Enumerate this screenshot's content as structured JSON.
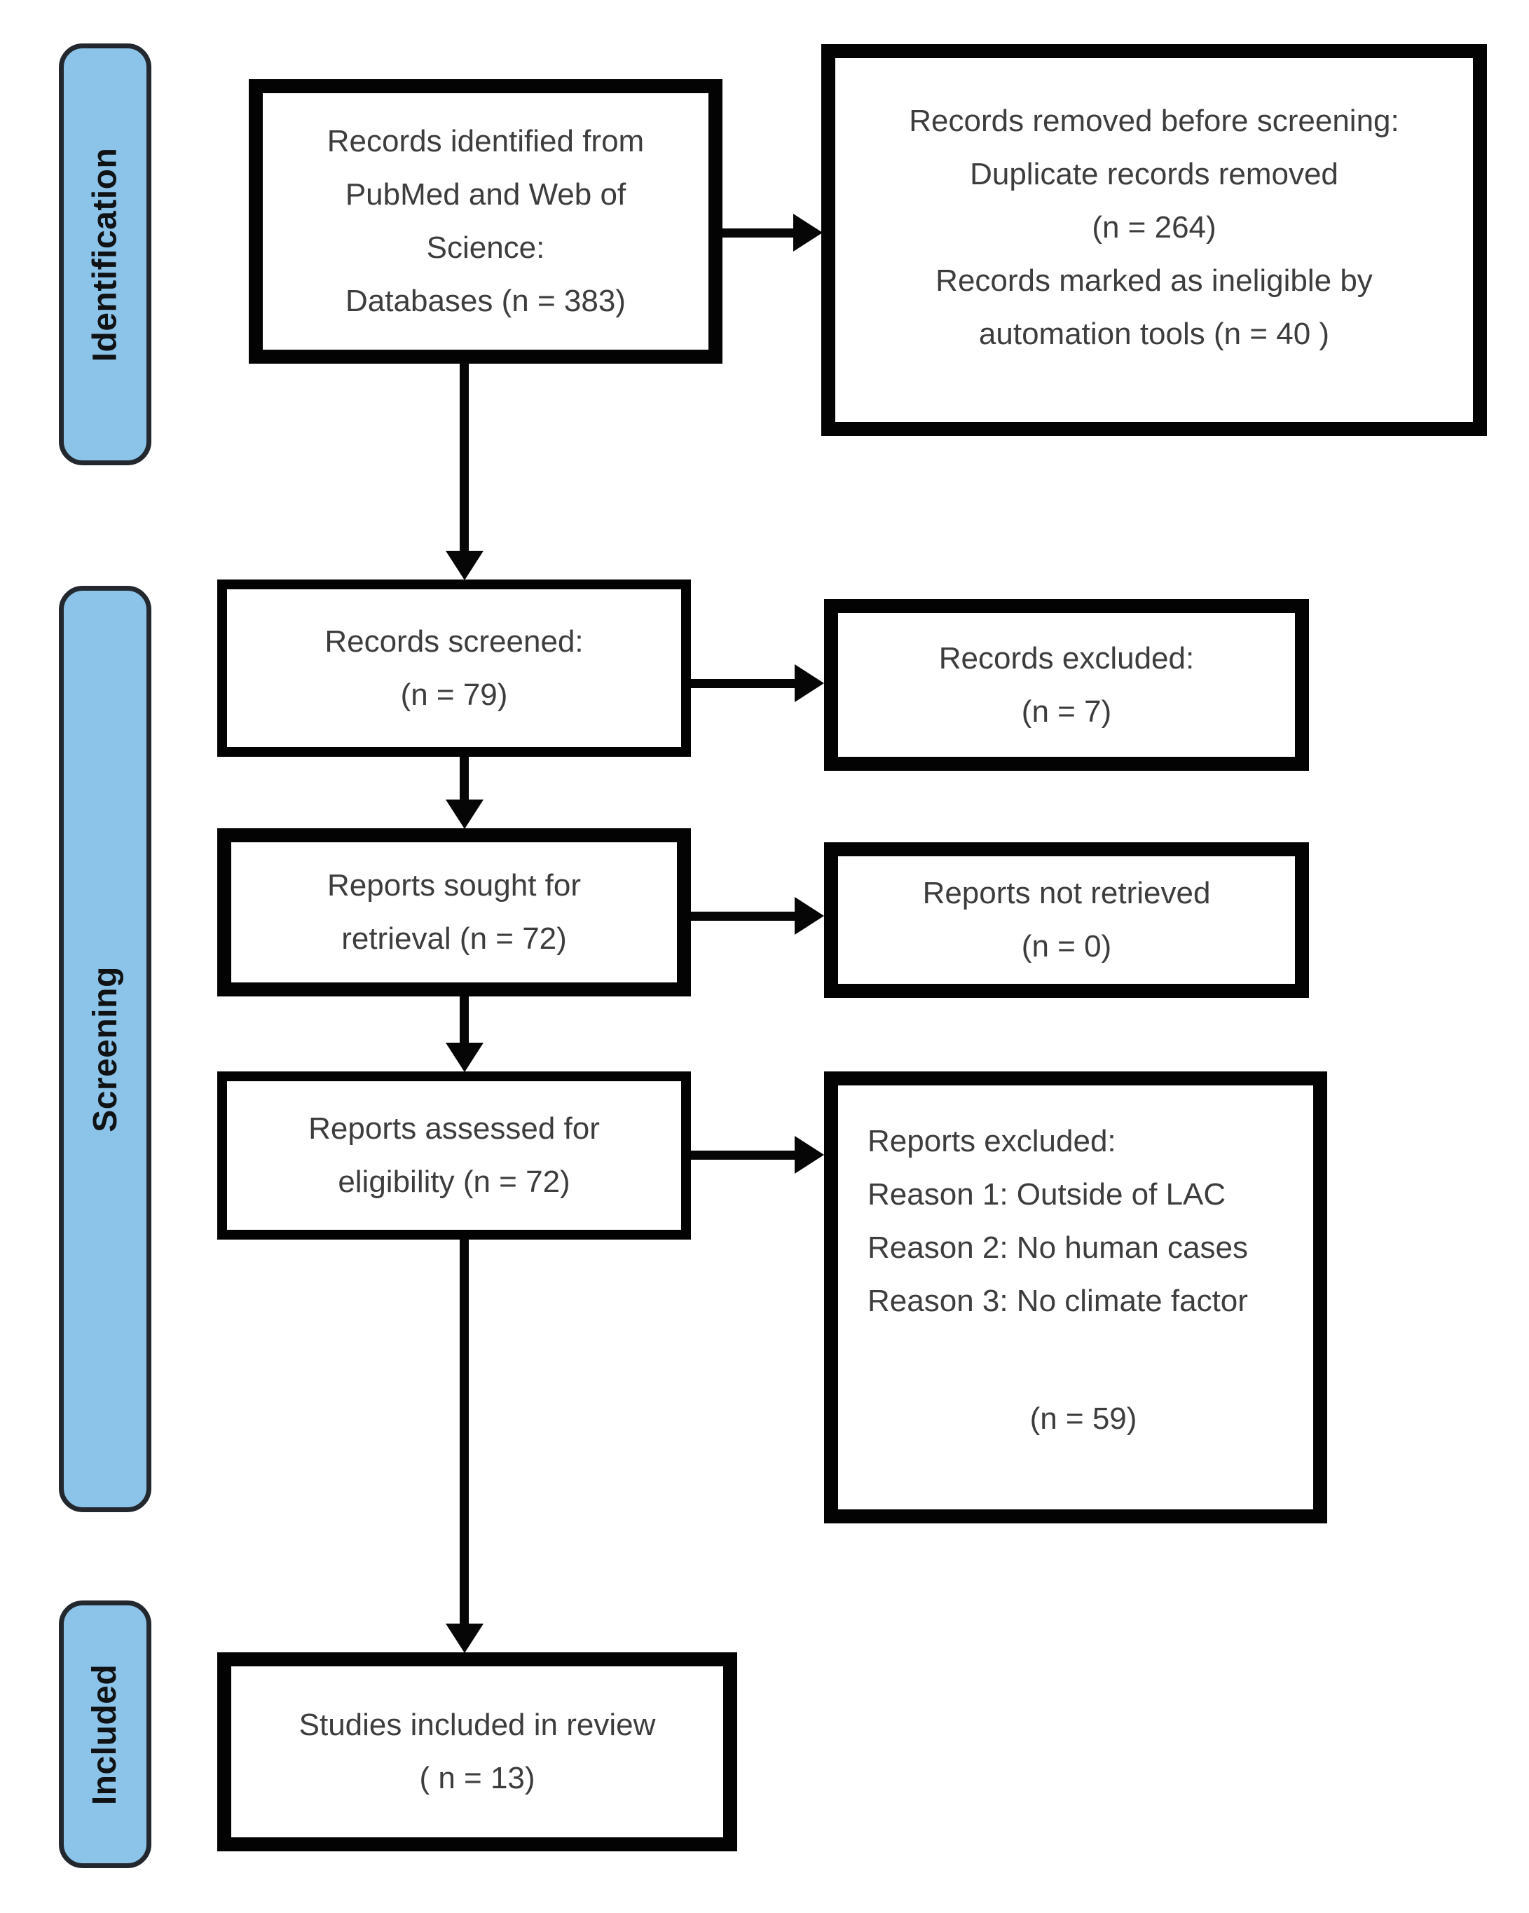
{
  "palette": {
    "stage_fill": "#8cc3e9",
    "stage_border": "#22282d",
    "box_border": "#030303",
    "box_fill": "#ffffff",
    "text": "#3d3d3d",
    "arrow": "#060606"
  },
  "stages": [
    {
      "label": "Identification"
    },
    {
      "label": "Screening"
    },
    {
      "label": "Included"
    }
  ],
  "boxes": {
    "identified": {
      "lines": [
        "Records identified from",
        "PubMed and Web of",
        "Science:",
        "Databases (n = 383)"
      ]
    },
    "removed": {
      "lines": [
        "Records removed before screening:",
        "Duplicate records removed",
        "(n = 264)",
        "Records marked as ineligible by",
        "automation tools (n = 40 )"
      ]
    },
    "screened": {
      "lines": [
        "Records screened:",
        "(n = 79)"
      ]
    },
    "excluded": {
      "lines": [
        "Records excluded:",
        "(n = 7)"
      ]
    },
    "sought": {
      "lines": [
        "Reports sought for",
        "retrieval (n = 72)"
      ]
    },
    "not_retrieved": {
      "lines": [
        "Reports not retrieved",
        "(n = 0)"
      ]
    },
    "assessed": {
      "lines": [
        "Reports assessed for",
        "eligibility (n = 72)"
      ]
    },
    "reports_excluded": {
      "lines": [
        "Reports excluded:",
        "Reason 1: Outside of LAC",
        "Reason 2: No human cases",
        "Reason 3: No climate factor"
      ],
      "count": "(n = 59)"
    },
    "included": {
      "lines": [
        "Studies included in review",
        "( n = 13)"
      ]
    }
  }
}
